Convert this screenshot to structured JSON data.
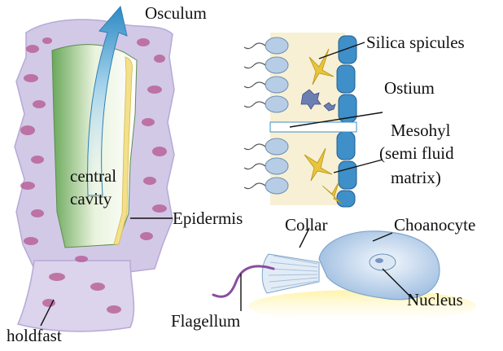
{
  "labels": {
    "osculum": "Osculum",
    "silica_spicules": "Silica spicules",
    "ostium": "Ostium",
    "mesohyl_1": "Mesohyl",
    "mesohyl_2": "(semi fluid",
    "mesohyl_3": "matrix)",
    "central": "central",
    "cavity": "cavity",
    "epidermis": "Epidermis",
    "collar": "Collar",
    "choanocyte": "Choanocyte",
    "nucleus": "Nucleus",
    "flagellum": "Flagellum",
    "holdfast": "holdfast"
  },
  "colors": {
    "body_outer": "#cfc6e4",
    "body_spots": "#b5568f",
    "cavity_green": "#8fc27a",
    "water_flow_arrow": "#5aa9d6",
    "epidermis_yellow": "#f3e08a",
    "choanocyte_body": "#c9dcef",
    "spicule_yellow": "#e8c53a",
    "mesohyl_bg": "#f8f0d4",
    "cell_blue": "#3f8fc8"
  }
}
